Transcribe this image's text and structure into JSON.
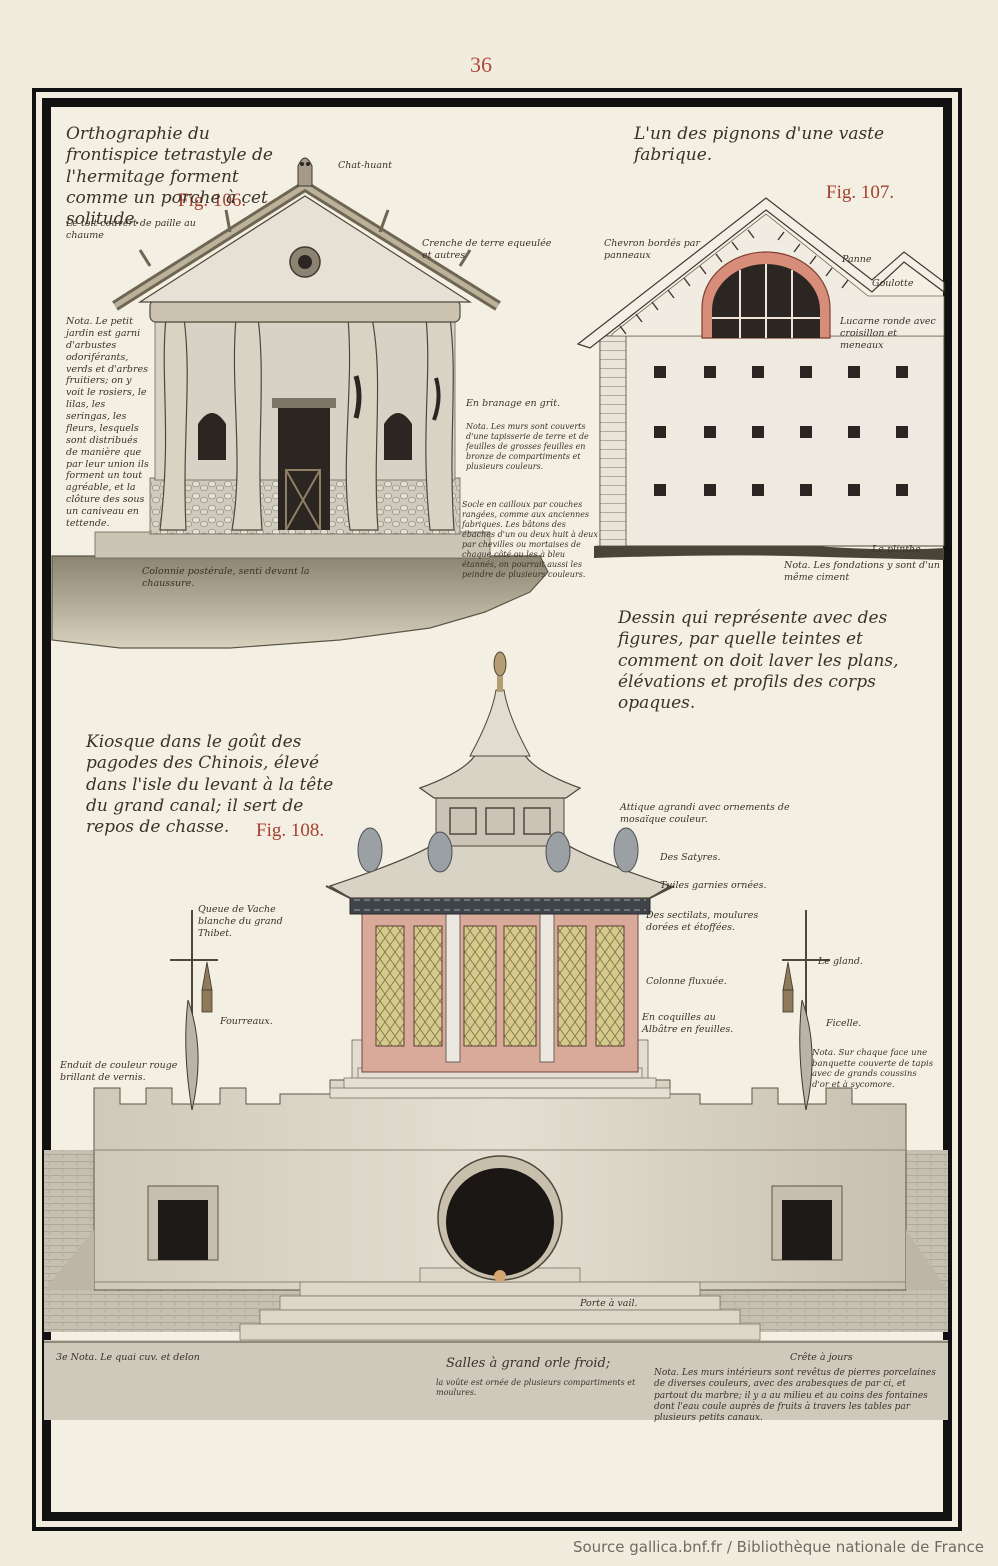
{
  "page_number": "36",
  "figures": {
    "fig106": {
      "label": "Fig. 106.",
      "title": "Orthographie du frontispice tetrastyle de l'hermitage forment comme un porche à cet solitude.",
      "notes": {
        "owl": "Chat-huant",
        "roof": "Le toit couvert de paille au chaume",
        "crest": "Crenche de terre equeulée et autres",
        "garden": "Nota. Le petit jardin est garni d'arbustes odoriférants, verds et d'arbres fruitiers; on y voit le rosiers, le lilas, les seringas, les fleurs, lesquels sont distribués de manière que par leur union ils forment un tout agréable, et la clôture des sous un caniveau en tettende.",
        "bark": "En branage en grit.",
        "walls": "Nota. Les murs sont couverts d'une tapisserie de terre et de feuilles de grosses feuilles en bronze de compartiments et plusieurs couleurs.",
        "base": "Socle en cailloux par couches rangées, comme aux anciennes fabriques. Les bâtons des ébaches d'un ou deux huit à deux par chevilles ou mortaises de chaque côté ou les à bleu étannés, on pourrait aussi les peindre de plusieurs couleurs.",
        "colonnade": "Colonnie postérale, senti devant la chaussure."
      }
    },
    "fig107": {
      "label": "Fig. 107.",
      "title": "L'un des pignons d'une vaste fabrique.",
      "notes": {
        "gable": "Chevron bordés par panneaux",
        "panes": "Panne",
        "gutter": "Goulotte",
        "window": "Lucarne ronde avec croisillon et meneaux",
        "plinth": "Le plinthe",
        "footing": "Nota. Les fondations y sont d'un même ciment"
      }
    },
    "fig108": {
      "label": "Fig. 108.",
      "title": "Kiosque dans le goût des pagodes des Chinois, élevé dans l'isle du levant à la tête du grand canal; il sert de repos de chasse.",
      "notes": {
        "attic": "Attique agrandi avec ornements de mosaïque couleur.",
        "satyrs": "Des Satyres.",
        "tiles": "Tuiles garnies ornées.",
        "lattice": "Des sectilats, moulures dorées et étoffées.",
        "column": "Colonne fluxuée.",
        "shells": "En coquilles au Albâtre en feuilles.",
        "tails": "Queue de Vache blanche du grand Thibet.",
        "sheath": "Fourreaux.",
        "lacquer": "Enduit de couleur rouge brillant de vernis.",
        "gland": "Le gland.",
        "ribbon": "Ficelle.",
        "bench": "Nota. Sur chaque face une banquette couverte de tapis avec de grands coussins d'or et à sycomore.",
        "gate": "Porte à vail.",
        "quay": "3e Nota. Le quai cuv. et delon",
        "halls": "Salles à grand orle froid;",
        "halls_sub": "la voûte est ornée de plusieurs compartiments et moulures.",
        "steps": "Crête à jours",
        "interior": "Nota. Les murs intérieurs sont revêtus de pierres porcelaines de diverses couleurs, avec des arabesques de par ci, et partout du marbre; il y a au milieu et au coins des fontaines dont l'eau coule auprès de fruits à travers les tables par plusieurs petits canaux."
      }
    },
    "instruction": "Dessin qui représente avec des figures, par quelle teintes et comment on doit laver les plans, élévations et profils des corps opaques."
  },
  "colors": {
    "paper": "#f4efe3",
    "ink": "#3b3128",
    "figure_label": "#a5402f",
    "stone": "#cdc6b5",
    "ground": "#6f6a5a",
    "pink_panel": "#d9a99a"
  },
  "footer": "Source gallica.bnf.fr  /  Bibliothèque nationale de France"
}
